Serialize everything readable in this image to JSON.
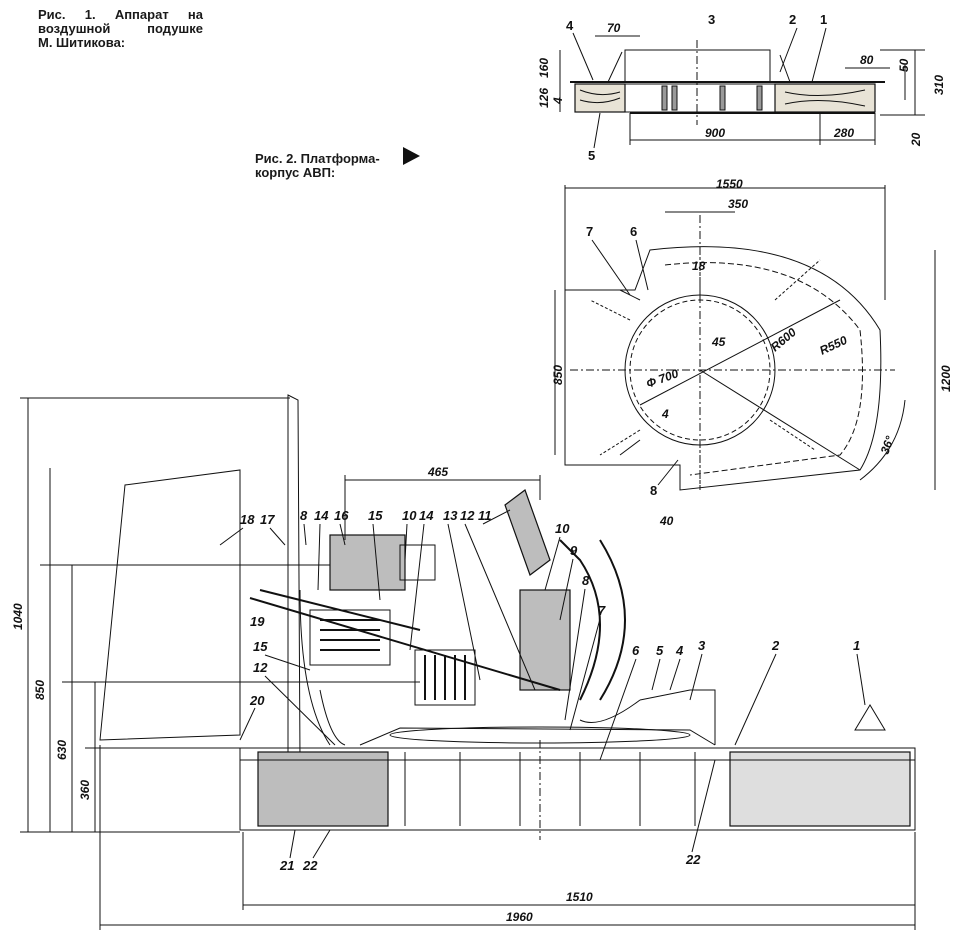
{
  "captions": {
    "fig1": {
      "line1": "Рис. 1. Аппарат на",
      "line2": "воздушной подушке",
      "line3": "М. Шитикова:"
    },
    "fig2": {
      "line1": "Рис. 2. Платформа-",
      "line2": "корпус АВП:"
    }
  },
  "fig_section": {
    "callouts": [
      "4",
      "3",
      "2",
      "1",
      "5"
    ],
    "dims": {
      "d70": "70",
      "d80": "80",
      "d50": "50",
      "d310": "310",
      "d160": "160",
      "d126": "126",
      "d4": "4",
      "d900": "900",
      "d280": "280",
      "d20": "20"
    }
  },
  "fig_plan": {
    "callouts": [
      "7",
      "6",
      "8"
    ],
    "dims": {
      "d1550": "1550",
      "d350": "350",
      "d18": "18",
      "d45": "45",
      "phi700": "Φ 700",
      "r600": "R600",
      "r550": "R550",
      "d850": "850",
      "d1200": "1200",
      "a36": "36°",
      "d4": "4",
      "d40": "40"
    }
  },
  "fig_main": {
    "callouts": {
      "c18": "18",
      "c17": "17",
      "c8a": "8",
      "c14a": "14",
      "c16": "16",
      "c15a": "15",
      "c10a": "10",
      "c14b": "14",
      "c13": "13",
      "c12a": "12",
      "c11": "11",
      "c10b": "10",
      "c9": "9",
      "c8b": "8",
      "c7": "7",
      "c6": "6",
      "c5": "5",
      "c4": "4",
      "c3": "3",
      "c2": "2",
      "c1": "1",
      "c19": "19",
      "c15b": "15",
      "c12b": "12",
      "c20": "20",
      "c21": "21",
      "c22a": "22",
      "c22b": "22"
    },
    "dims": {
      "d465": "465",
      "d1040": "1040",
      "d850": "850",
      "d630": "630",
      "d360": "360",
      "d1510": "1510",
      "d1960": "1960"
    }
  }
}
